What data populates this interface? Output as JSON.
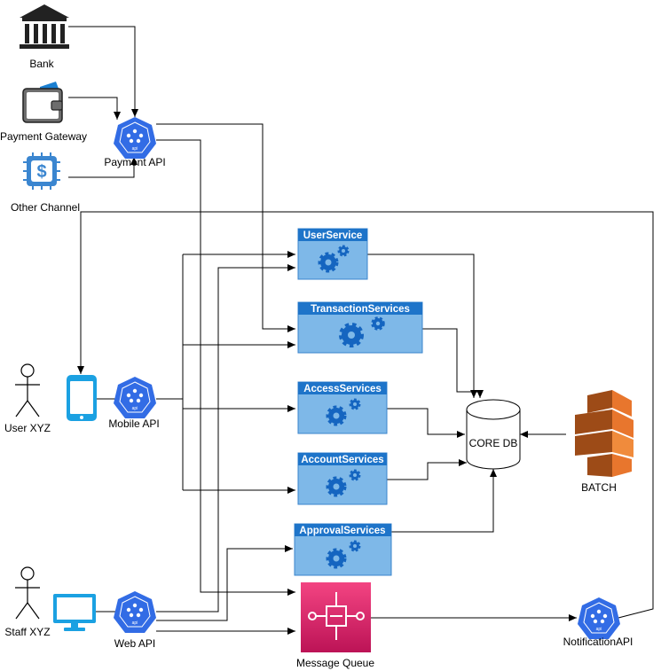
{
  "actors": {
    "bank": "Bank",
    "payment_gateway": "Payment Gateway",
    "other_channel": "Other Channel",
    "user": "User XYZ",
    "staff": "Staff XYZ"
  },
  "apis": {
    "payment_api": "Payment API",
    "mobile_api": "Mobile API",
    "web_api": "Web API",
    "notification_api": "NotificationAPI",
    "api_icon_text": "api"
  },
  "services": {
    "user": "UserService",
    "transaction": "TransactionServices",
    "access": "AccessServices",
    "account": "AccountServices",
    "approval": "ApprovalServices"
  },
  "storage": {
    "core_db": "CORE DB",
    "batch": "BATCH",
    "message_queue": "Message Queue"
  },
  "colors": {
    "service_fill": "#7eb8e8",
    "service_header": "#1e74c9",
    "service_stroke": "#3a84cc",
    "gear": "#1565c0",
    "api_blue": "#326ce5",
    "aws_orange": "#e8762d",
    "mq_pink": "#d9306b",
    "device_blue": "#1ba1e2"
  }
}
